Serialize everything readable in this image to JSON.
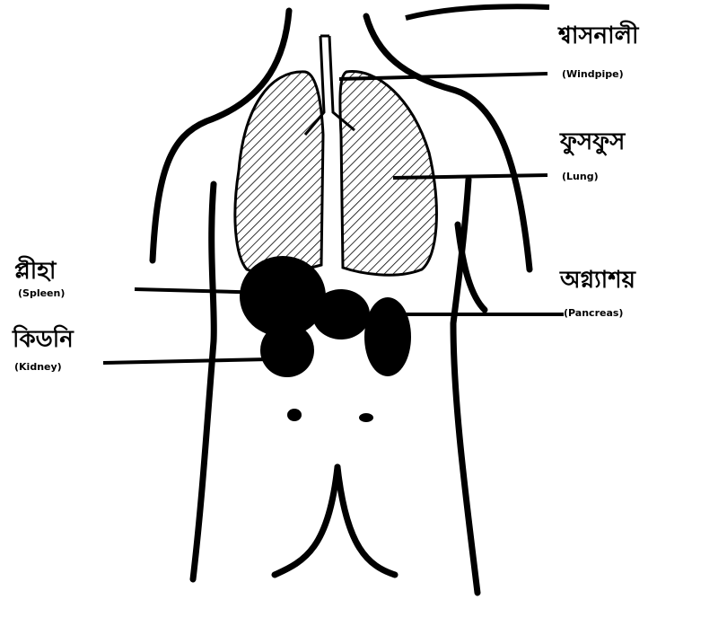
{
  "diagram": {
    "labels": {
      "windpipe": {
        "bengali": "শ্বাসনালী",
        "english": "(Windpipe)"
      },
      "lung": {
        "bengali": "ফুসফুস",
        "english": "(Lung)"
      },
      "spleen": {
        "bengali": "প্লীহা",
        "english": "(Spleen)"
      },
      "pancreas": {
        "bengali": "অগ্ন্যাশয়",
        "english": "(Pancreas)"
      },
      "kidney": {
        "bengali": "কিডনি",
        "english": "(Kidney)"
      }
    }
  }
}
